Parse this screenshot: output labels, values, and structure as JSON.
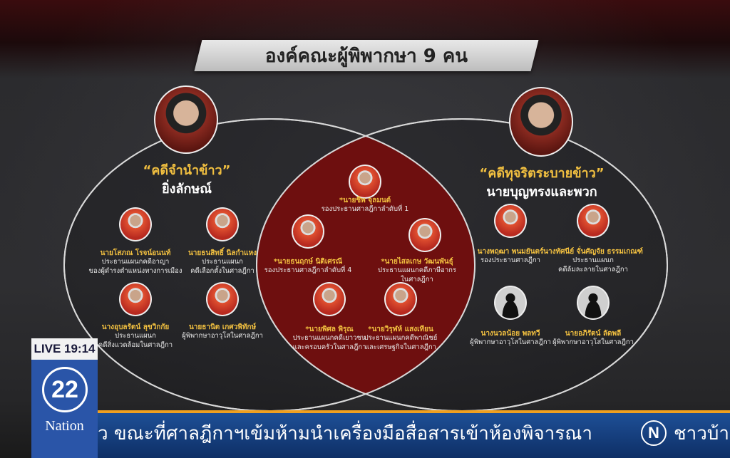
{
  "title": "องค์คณะผู้พิพากษา 9 คน",
  "left_group": {
    "case": "“คดีจำนำข้าว”",
    "defendant": "ยิ่งลักษณ์"
  },
  "right_group": {
    "case": "“คดีทุจริตระบายข้าว”",
    "defendant": "นายบุญทรงและพวก"
  },
  "colors": {
    "intersection": "#6e0f0f",
    "name_gold": "#f2c040",
    "channel_blue": "#2a55a8",
    "ticker_border": "#f0a020"
  },
  "judges": [
    {
      "group": "left",
      "name": "นายโสภณ โรจน์อนนท์",
      "desc": [
        "ประธานแผนกคดีอาญา",
        "ของผู้ดำรงตำแหน่งทางการเมือง"
      ]
    },
    {
      "group": "left",
      "name": "นายธนสิทธิ์ นิลกำแหง",
      "desc": [
        "ประธานแผนก",
        "คดีเลือกตั้งในศาลฎีกา"
      ]
    },
    {
      "group": "left",
      "name": "นางอุบลรัตน์ ลุขวิกกัย",
      "desc": [
        "ประธานแผนก",
        "คดีสิ่งแวดล้อมในศาลฎีกา"
      ]
    },
    {
      "group": "left",
      "name": "นายธานิต เกศวพิทักษ์",
      "desc": [
        "ผู้พิพากษาอาวุโสในศาลฎีกา"
      ]
    },
    {
      "group": "both",
      "name": "*นายชีพ จุลมนต์",
      "desc": [
        "รองประธานศาลฎีกาลำดับที่ 1"
      ]
    },
    {
      "group": "both",
      "name": "*นายธนฤกษ์ นิติเศรณี",
      "desc": [
        "รองประธานศาลฎีกาลำดับที่ 4"
      ]
    },
    {
      "group": "both",
      "name": "*นายไสลเกษ วัฒนพันธุ์",
      "desc": [
        "ประธานแผนกคดีภาษีอากร",
        "ในศาลฎีกา"
      ]
    },
    {
      "group": "both",
      "name": "*นายพิศล พิรุณ",
      "desc": [
        "ประธานแผนกคดีเยาวชน",
        "และครอบครัวในศาลฎีกา"
      ]
    },
    {
      "group": "both",
      "name": "*นายวิรุฬห์ แสงเทียน",
      "desc": [
        "ประธานแผนกคดีพาณิชย์",
        "และเศรษฐกิจในศาลฎีกา"
      ]
    },
    {
      "group": "right",
      "name": "นางพฤฒา พนมยันตร์",
      "desc": [
        "รองประธานศาลฎีกา"
      ]
    },
    {
      "group": "right",
      "name": "นางทัศนีย์ จั่นศัญจัย ธรรมเกณฑ์",
      "desc": [
        "ประธานแผนก",
        "คดีล้มละลายในศาลฎีกา"
      ]
    },
    {
      "group": "right",
      "name": "นางนวลน้อย พลทวี",
      "desc": [
        "ผู้พิพากษาอาวุโสในศาลฎีกา"
      ],
      "photo": "silhouette"
    },
    {
      "group": "right",
      "name": "นายอภิรัตน์ ลัดพลี",
      "desc": [
        "ผู้พิพากษาอาวุโสในศาลฎีกา"
      ],
      "photo": "silhouette"
    }
  ],
  "live": "LIVE 19:14",
  "channel": {
    "number": "22",
    "name": "Nation"
  },
  "ticker": {
    "text": "ว ขณะที่ศาลฎีกาฯเข้มห้ามนำเครื่องมือสื่อสารเข้าห้องพิจารณา",
    "icon": "N",
    "next": "ชาวบ้าน"
  }
}
